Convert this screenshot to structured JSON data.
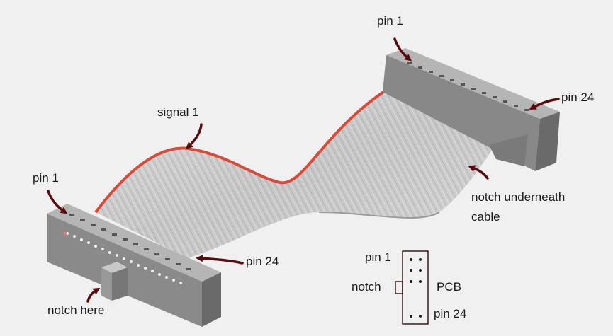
{
  "labels": {
    "top_pin1": "pin 1",
    "top_pin24": "pin 24",
    "signal1": "signal 1",
    "left_pin1": "pin 1",
    "left_pin24": "pin 24",
    "notch_here": "notch here",
    "notch_underneath_line1": "notch underneath",
    "notch_underneath_line2": "cable"
  },
  "pcb_legend": {
    "pin1": "pin 1",
    "notch": "notch",
    "pcb": "PCB",
    "pin24": "pin 24"
  },
  "colors": {
    "background": "#f0f0f0",
    "cable": "#c8c8c8",
    "signal_stripe": "#d84a3a",
    "connector": "#808080",
    "arrow": "#5a0c0c"
  }
}
